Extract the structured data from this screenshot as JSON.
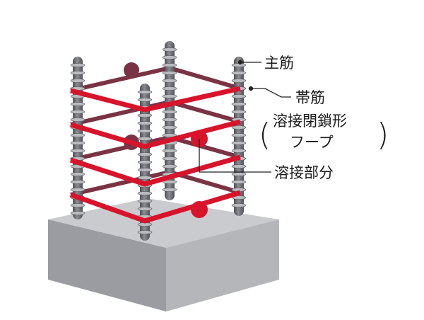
{
  "labels": {
    "main_bar": "主筋",
    "hoop": "帯筋",
    "hoop_type_line1": "溶接閉鎖形",
    "hoop_type_line2": "フープ",
    "paren_open": "(",
    "paren_close": ")",
    "weld_part": "溶接部分"
  },
  "colors": {
    "hoop_front": "#d7142b",
    "hoop_back": "#7a3344",
    "rebar": "#6e7075",
    "rebar_rib": "#b9bbbe",
    "slab_top": "#c8c9cc",
    "slab_left": "#9a9ca1",
    "slab_right": "#b2b4b8",
    "leader": "#222222"
  },
  "icons": {
    "rebar": "rebar-column-icon",
    "weld": "weld-dot-icon"
  }
}
